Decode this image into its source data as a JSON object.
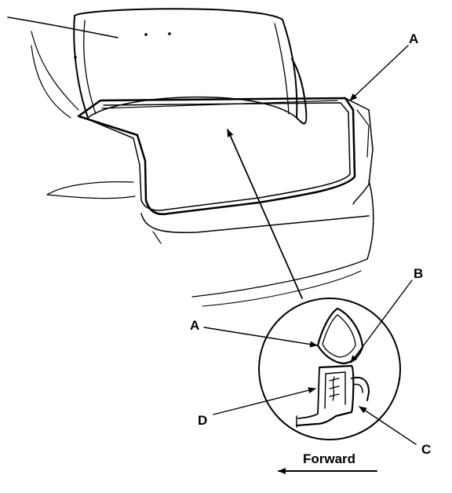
{
  "callouts": {
    "a_top": "A",
    "b": "B",
    "a_detail": "A",
    "d": "D",
    "c": "C"
  },
  "direction_label": "Forward"
}
